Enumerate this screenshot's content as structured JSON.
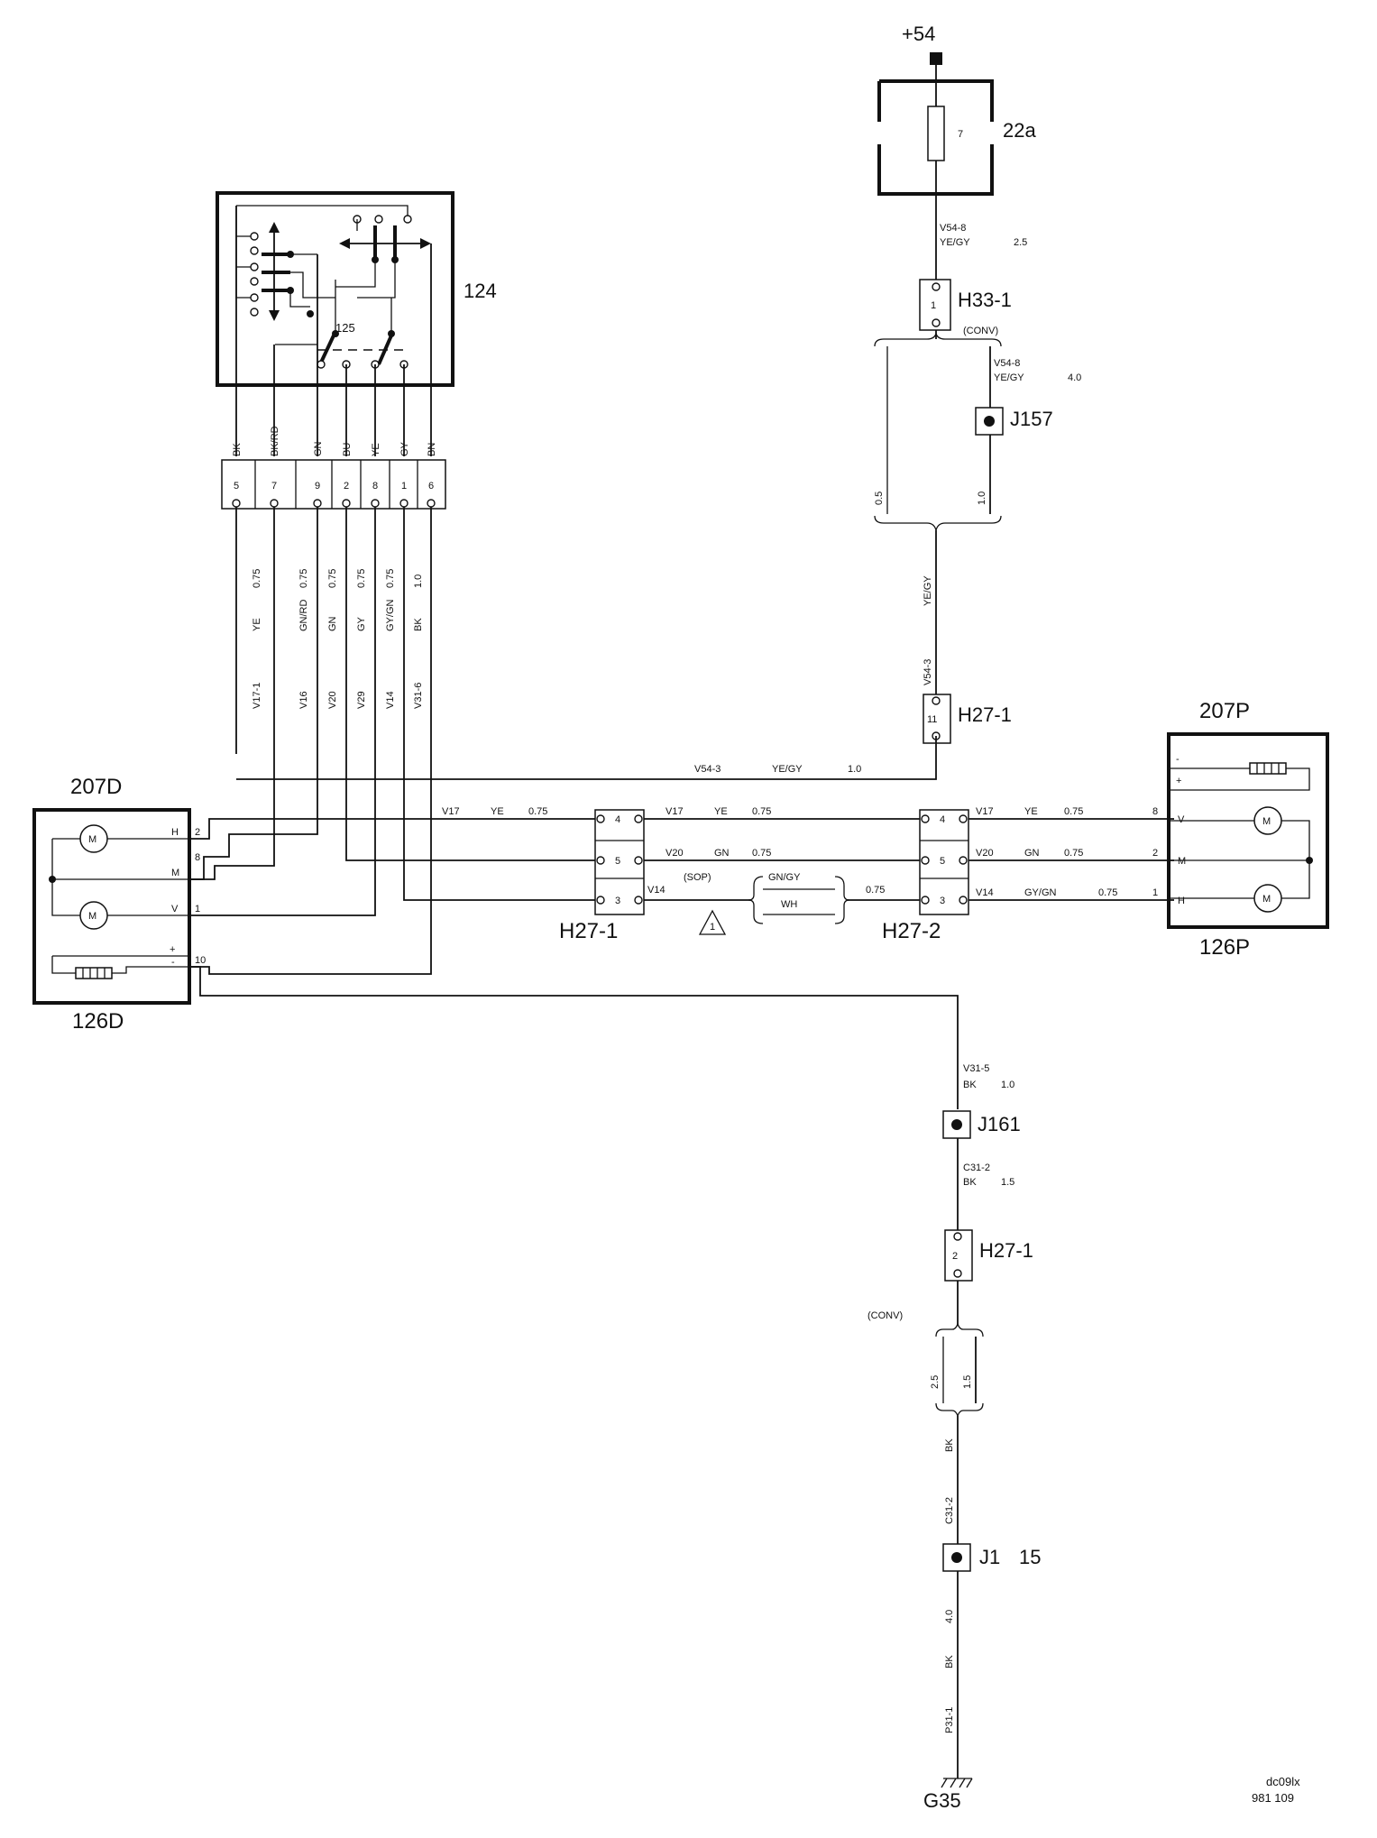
{
  "components": {
    "fuse_holder": "22a",
    "fuse_number": "7",
    "power_supply": "+54",
    "switch_module": "124",
    "switch": "125",
    "mirror_driver": "207D",
    "heater_driver": "126D",
    "mirror_passenger": "207P",
    "heater_passenger": "126P",
    "ground": "G35",
    "motor_symbol": "M"
  },
  "connectors": {
    "h33_1": "H33-1",
    "h33_1_pin": "1",
    "h27_1_pin11": "H27-1",
    "h27_1_pin11_num": "11",
    "h27_1_main": "H27-1",
    "h27_2": "H27-2",
    "h27_1_pin2": "H27-1",
    "h27_1_pin2_num": "2",
    "pins_4": "4",
    "pins_5": "5",
    "pins_3": "3"
  },
  "junctions": {
    "j157": "J157",
    "j161": "J161",
    "j115_a": "J1",
    "j115_b": "15"
  },
  "switch_connector": {
    "colors": [
      "BK",
      "BK/RD",
      "GN",
      "BU",
      "YE",
      "GY",
      "BN"
    ],
    "pins": [
      "5",
      "7",
      "9",
      "2",
      "8",
      "1",
      "6"
    ]
  },
  "vertical_wires": [
    {
      "id": "V17-1",
      "color": "YE",
      "size": "0.75"
    },
    {
      "id": "V16",
      "color": "GN/RD",
      "size": "0.75"
    },
    {
      "id": "V20",
      "color": "GN",
      "size": "0.75"
    },
    {
      "id": "V29",
      "color": "GY",
      "size": "0.75"
    },
    {
      "id": "V14",
      "color": "GY/GN",
      "size": "0.75"
    },
    {
      "id": "V31-6",
      "color": "BK",
      "size": "1.0"
    }
  ],
  "wire_labels": {
    "v54_8_id": "V54-8",
    "v54_8_color": "YE/GY",
    "v54_8_size": "2.5",
    "conv": "(CONV)",
    "v54_8b_id": "V54-8",
    "v54_8b_color": "YE/GY",
    "v54_8b_size": "4.0",
    "gauge_05": "0.5",
    "gauge_10": "1.0",
    "ye_gy_vert": "YE/GY",
    "v54_3_vert": "V54-3",
    "v54_3_h_id": "V54-3",
    "v54_3_h_color": "YE/GY",
    "v54_3_h_size": "1.0",
    "v17_left_id": "V17",
    "v17_left_color": "YE",
    "v17_left_size": "0.75",
    "v17_mid_id": "V17",
    "v17_mid_color": "YE",
    "v17_mid_size": "0.75",
    "v20_mid_id": "V20",
    "v20_mid_color": "GN",
    "v20_mid_size": "0.75",
    "v14_mid_id": "V14",
    "sop": "(SOP)",
    "gngy": "GN/GY",
    "wh": "WH",
    "v14_mid_size": "0.75",
    "triangle_num": "1",
    "v17_right_id": "V17",
    "v17_right_color": "YE",
    "v17_right_size": "0.75",
    "v20_right_id": "V20",
    "v20_right_color": "GN",
    "v20_right_size": "0.75",
    "v14_right_id": "V14",
    "v14_right_color": "GY/GN",
    "v14_right_size": "0.75",
    "v31_5_id": "V31-5",
    "v31_5_color": "BK",
    "v31_5_size": "1.0",
    "c31_2_id": "C31-2",
    "c31_2_color": "BK",
    "c31_2_size": "1.5",
    "conv2": "(CONV)",
    "gauge_25": "2.5",
    "gauge_15": "1.5",
    "bk_vert": "BK",
    "c31_2_vert": "C31-2",
    "gauge_40": "4.0",
    "bk_vert2": "BK",
    "p31_1": "P31-1"
  },
  "pin_labels": {
    "d_h": "H",
    "d_m": "M",
    "d_v": "V",
    "d_plus": "+",
    "d_minus": "-",
    "d_2": "2",
    "d_8": "8",
    "d_1": "1",
    "d_10": "10",
    "p_minus": "-",
    "p_plus": "+",
    "p_v": "V",
    "p_m": "M",
    "p_h": "H",
    "p_8": "8",
    "p_2": "2",
    "p_1": "1"
  },
  "footer": {
    "code": "dc09lx",
    "number": "981  109"
  }
}
